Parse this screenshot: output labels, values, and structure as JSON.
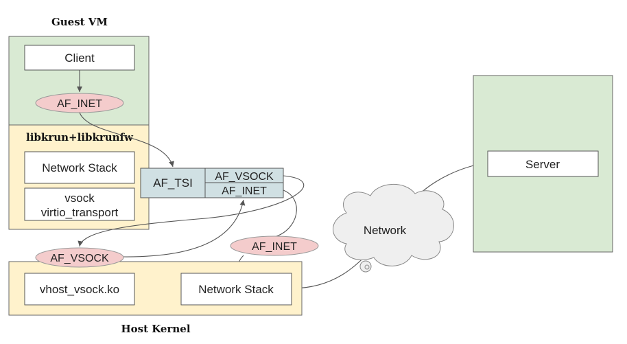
{
  "guest_vm": {
    "title": "Guest VM",
    "client": "Client",
    "af_inet": "AF_INET"
  },
  "libkrun": {
    "title": "libkrun+libkrunfw",
    "network_stack": "Network Stack",
    "vsock_line1": "vsock",
    "vsock_line2": "virtio_transport"
  },
  "tsi": {
    "af_tsi": "AF_TSI",
    "af_vsock": "AF_VSOCK",
    "af_inet": "AF_INET"
  },
  "host_kernel": {
    "title": "Host Kernel",
    "vhost": "vhost_vsock.ko",
    "network_stack": "Network Stack"
  },
  "labels": {
    "af_vsock": "AF_VSOCK",
    "af_inet": "AF_INET"
  },
  "network": {
    "label": "Network"
  },
  "server": {
    "label": "Server"
  },
  "colors": {
    "guest_fill": "#d9ead3",
    "libkrun_fill": "#fff2cc",
    "host_fill": "#fff2cc",
    "server_fill": "#d9ead3",
    "tsi_fill": "#d0e0e3",
    "oval_fill": "#f4cccc",
    "cloud_fill": "#efefef"
  }
}
